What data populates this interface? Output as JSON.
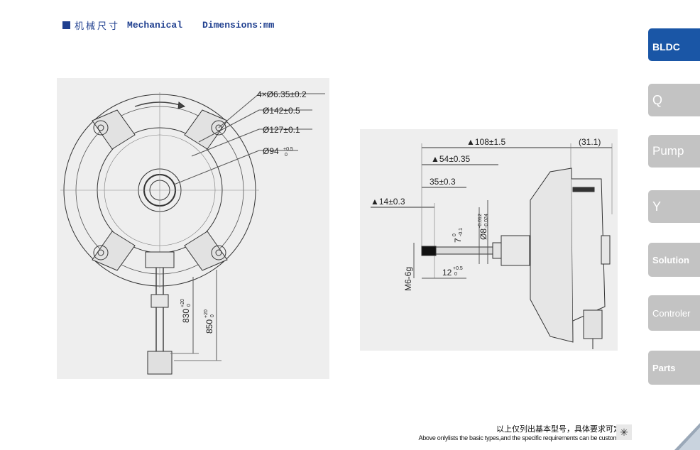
{
  "header": {
    "title_cn": "机械尺寸",
    "title_en_1": "Mechanical",
    "title_en_2": "Dimensions:mm"
  },
  "front_view": {
    "dim_holes": "4×Ø6.35±0.2",
    "dim_d142": "Ø142±0.5",
    "dim_d127": "Ø127±0.1",
    "dim_d94": "Ø94",
    "dim_d94_tol_upper": "+0.5",
    "dim_d94_tol_lower": "0",
    "dim_l830": "830",
    "dim_l830_tol_upper": "+20",
    "dim_l830_tol_lower": "0",
    "dim_l850": "850",
    "dim_l850_tol_upper": "+20",
    "dim_l850_tol_lower": "0"
  },
  "side_view": {
    "dim_108": "▲108±1.5",
    "dim_31": "(31.1)",
    "dim_54": "▲54±0.35",
    "dim_35": "35±0.3",
    "dim_14": "▲14±0.3",
    "dim_7": "7",
    "dim_7_tol_upper": "0",
    "dim_7_tol_lower": "-0.1",
    "dim_d8": "Ø8",
    "dim_d8_tol_upper": "-0.012",
    "dim_d8_tol_lower": "-0.024",
    "dim_m6": "M6-6g",
    "dim_12": "12",
    "dim_12_tol_upper": "+0.5",
    "dim_12_tol_lower": "0"
  },
  "tabs": {
    "bldc": "BLDC",
    "q": "Q",
    "pump": "Pump",
    "y": "Y",
    "solution": "Solution",
    "controller": "Controler",
    "parts": "Parts"
  },
  "footer": {
    "note_cn": "以上仅列出基本型号，具体要求可定制",
    "note_en": "Above onlylists the basic types,and the specific requirements can be customized"
  },
  "colors": {
    "accent": "#1a56a6",
    "title": "#1f3f8f",
    "tab_inactive": "#c3c3c3"
  }
}
